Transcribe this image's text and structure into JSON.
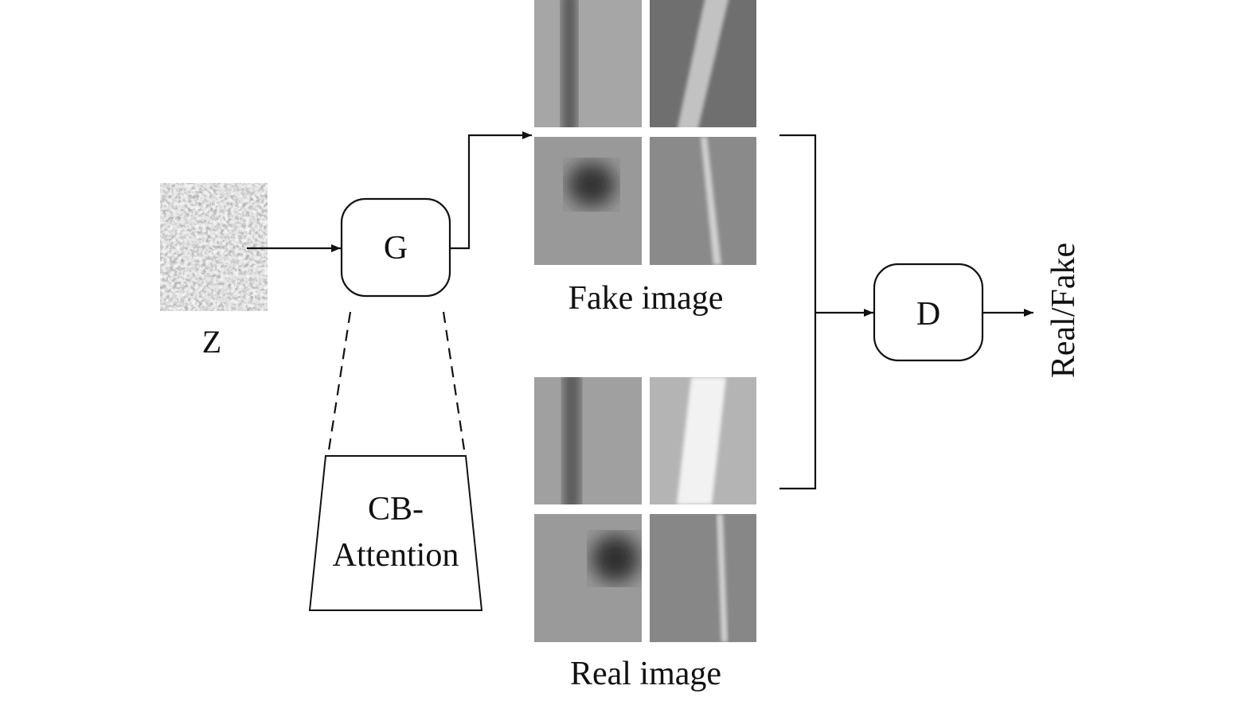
{
  "noise": {
    "label": "Z"
  },
  "generator": {
    "label": "G",
    "attention_line1": "CB-",
    "attention_line2": "Attention"
  },
  "fake_images": {
    "caption": "Fake image"
  },
  "real_images": {
    "caption": "Real image"
  },
  "discriminator": {
    "label": "D"
  },
  "output": {
    "label": "Real/Fake"
  }
}
